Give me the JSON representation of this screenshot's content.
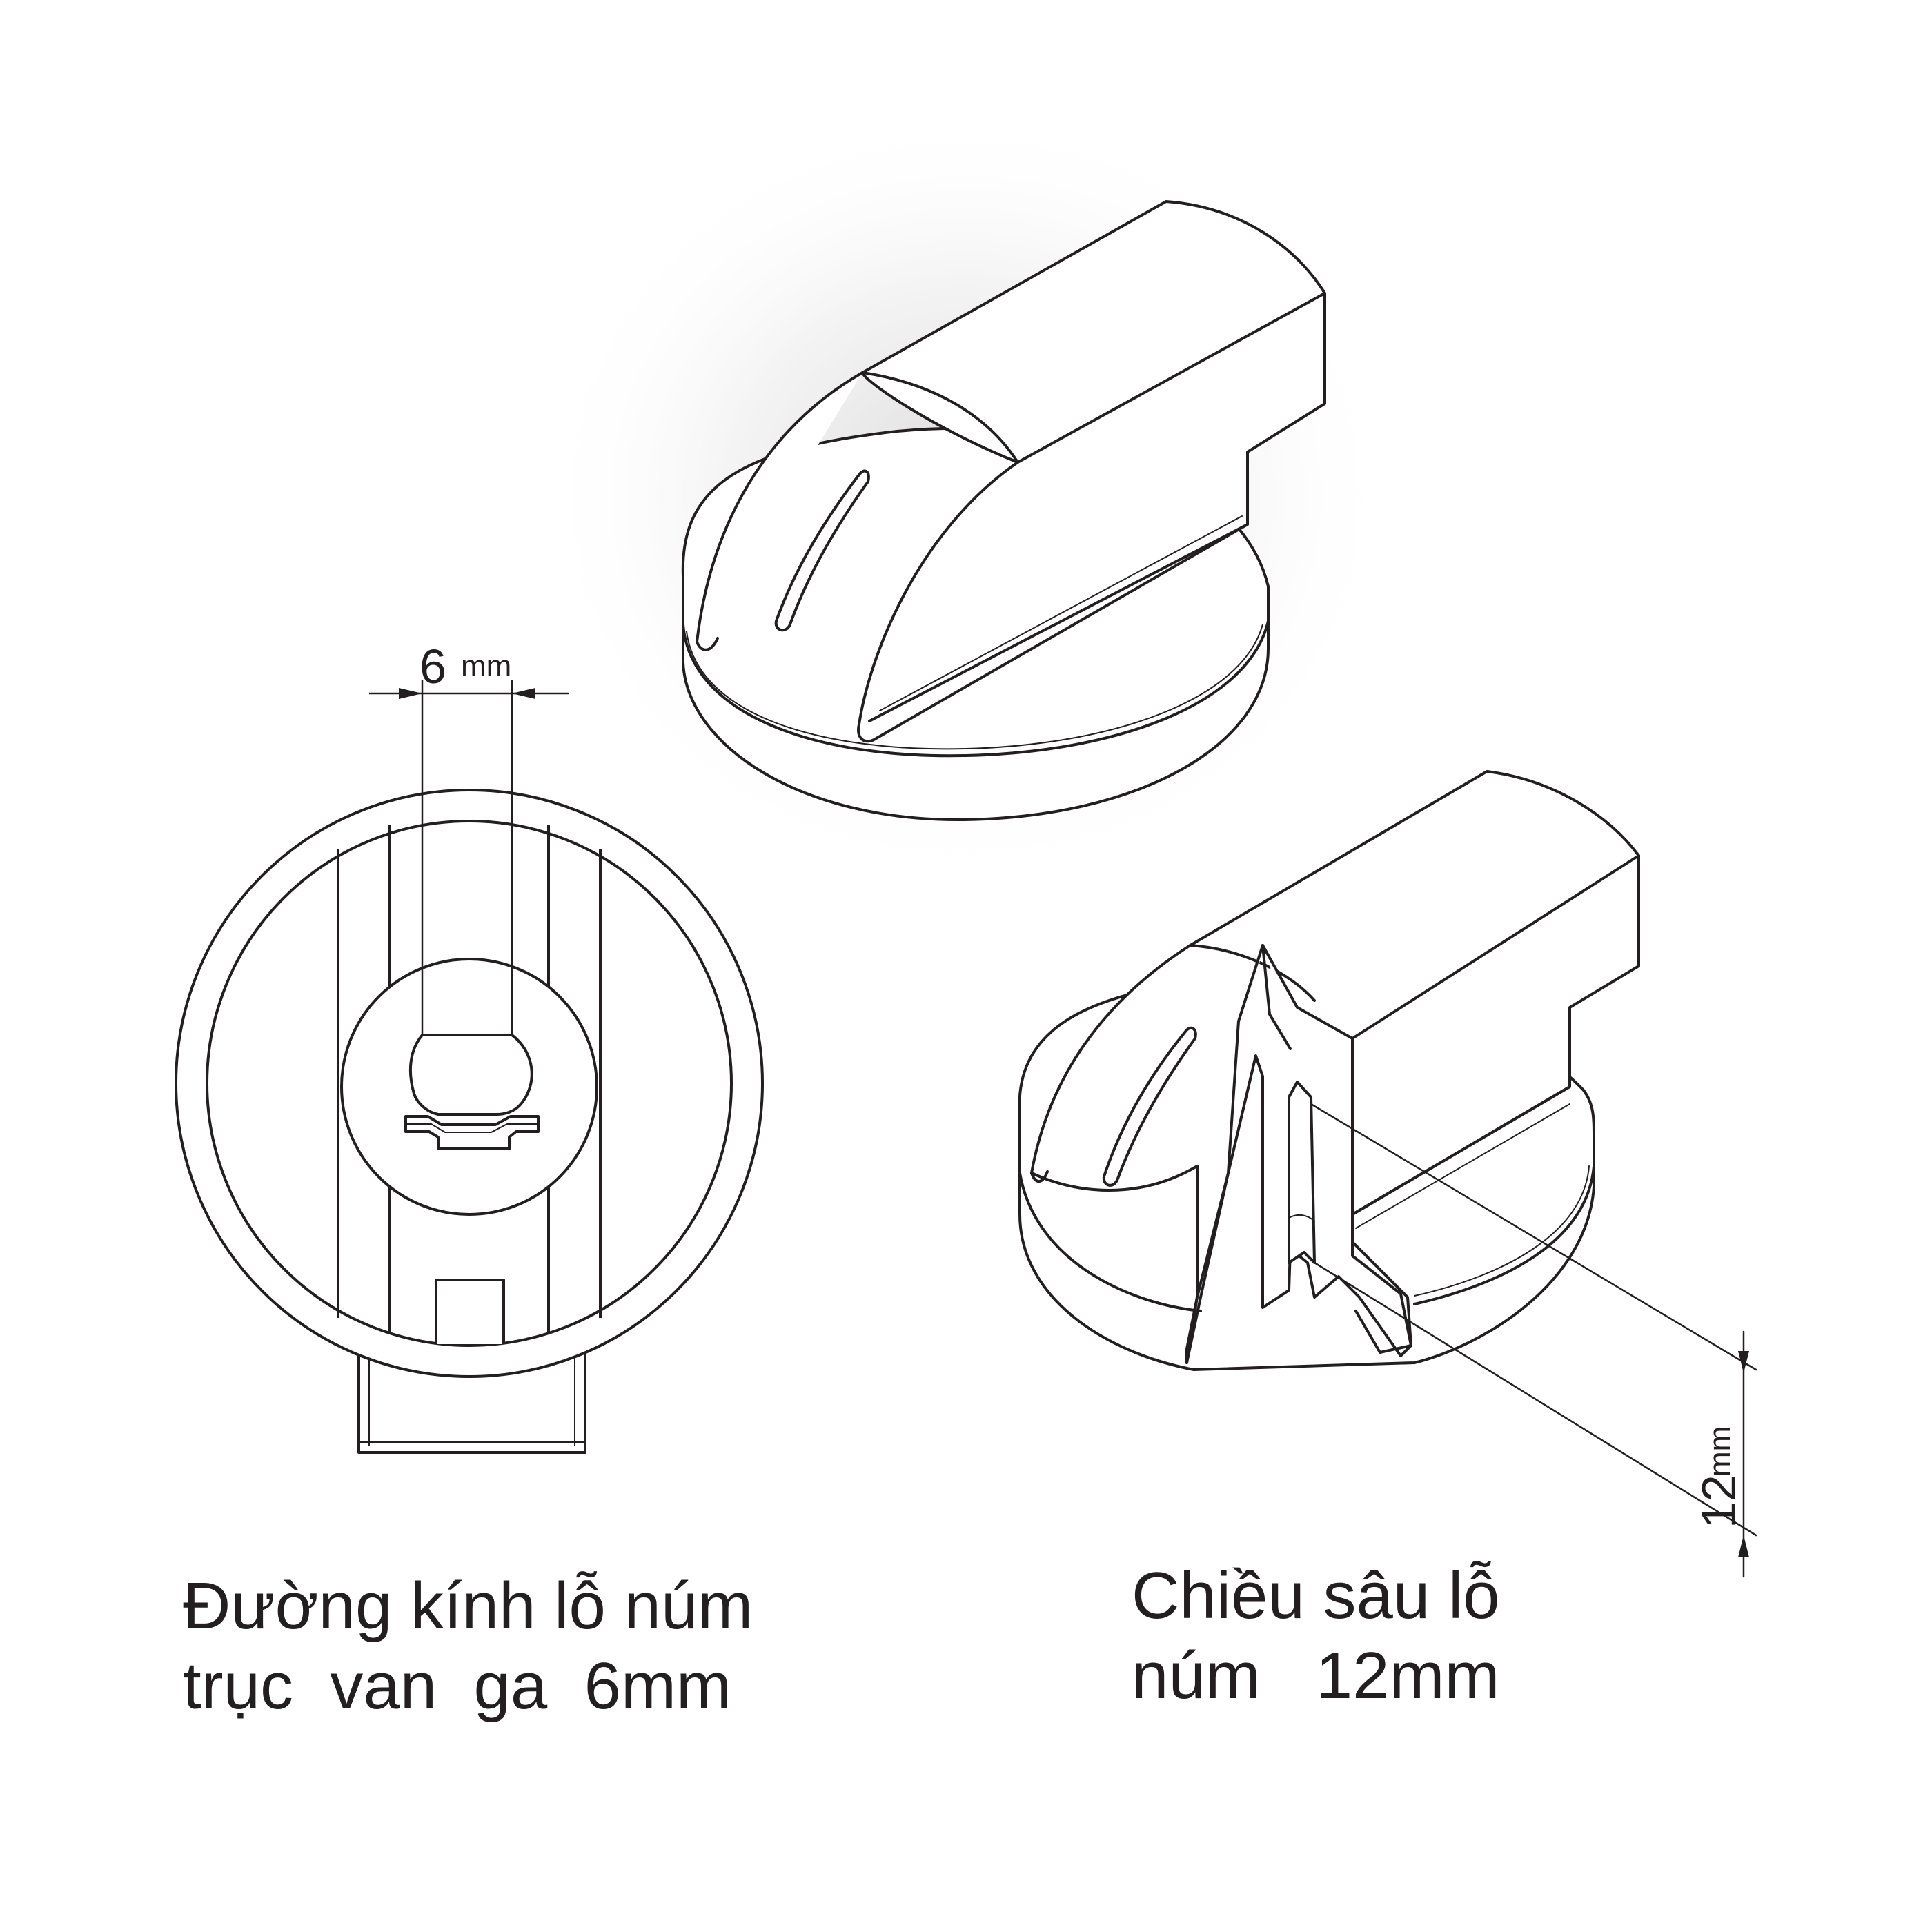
{
  "colors": {
    "ink": "#231f20",
    "paper": "#ffffff",
    "shadow": "#d9d9d9"
  },
  "dimensions": {
    "shaft_diameter": {
      "value": "6",
      "unit": "mm"
    },
    "hole_depth": {
      "value": "12",
      "unit": "mm"
    }
  },
  "captions": {
    "left": {
      "line1": "Đường kính lỗ núm",
      "line2": "trục  van  ga  6mm"
    },
    "right": {
      "line1": "Chiều sâu lỗ",
      "line2": "núm   12mm"
    }
  }
}
